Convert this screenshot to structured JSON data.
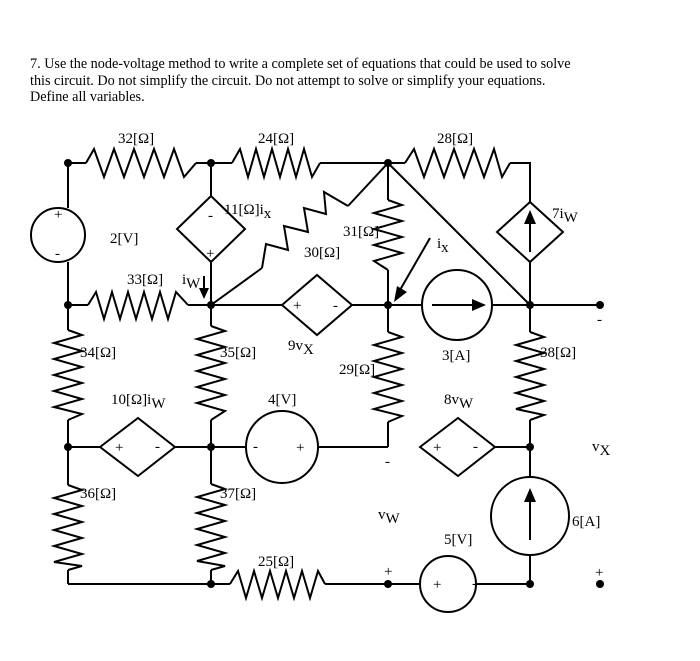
{
  "problem": {
    "line1": "7.  Use the node-voltage method to write a complete set of equations that could be used to solve",
    "line2": "this circuit.  Do not simplify the circuit.  Do not attempt to solve or simplify your equations.",
    "line3": "Define all variables."
  },
  "labels": {
    "r32": "32[Ω]",
    "r24": "24[Ω]",
    "r28": "28[Ω]",
    "dep_11ix": "11[Ω]i",
    "dep_11ix_sub": "x",
    "dep_7iw": "7i",
    "dep_7iw_sub": "W",
    "v2": "2[V]",
    "r31": "31[Ω]",
    "r30": "30[Ω]",
    "ix": "i",
    "ix_sub": "x",
    "r33": "33[Ω]",
    "iw": "i",
    "iw_sub": "W",
    "r34": "34[Ω]",
    "r35": "35[Ω]",
    "dep_9vx": "9v",
    "dep_9vx_sub": "X",
    "r29": "29[Ω]",
    "i3": "3[A]",
    "r38": "38[Ω]",
    "dep_10iw": "10[Ω]i",
    "dep_10iw_sub": "W",
    "v4": "4[V]",
    "dep_8vw": "8v",
    "dep_8vw_sub": "W",
    "vx": "v",
    "vx_sub": "X",
    "r36": "36[Ω]",
    "r37": "37[Ω]",
    "vw": "v",
    "vw_sub": "W",
    "i6": "6[A]",
    "v5": "5[V]",
    "r25": "25[Ω]",
    "plus": "+",
    "minus": "-"
  }
}
